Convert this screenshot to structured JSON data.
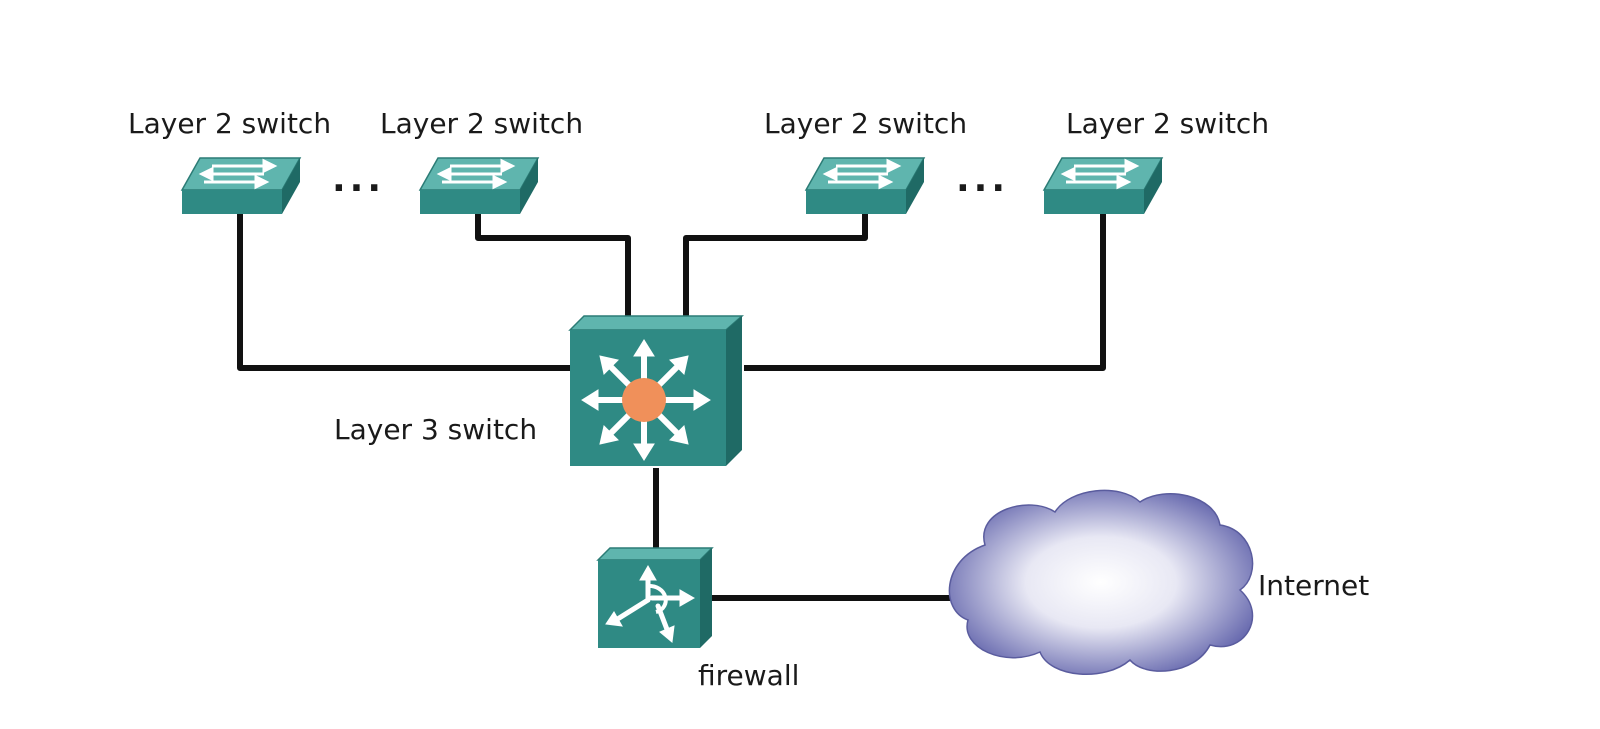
{
  "diagram": {
    "layer2_switches": [
      {
        "label": "Layer 2 switch"
      },
      {
        "label": "Layer 2 switch"
      },
      {
        "label": "Layer 2 switch"
      },
      {
        "label": "Layer 2 switch"
      }
    ],
    "ellipsis": [
      "...",
      "..."
    ],
    "layer3_switch": {
      "label": "Layer 3 switch"
    },
    "firewall": {
      "label": "firewall"
    },
    "internet": {
      "label": "Internet"
    },
    "colors": {
      "device_front": "#2f8a84",
      "device_top": "#5fb5ae",
      "device_side": "#1f6a65",
      "core_dot": "#f0905a",
      "link": "#111111",
      "cloud_edge": "#6a6cb0",
      "cloud_center": "#ffffff"
    },
    "icons": {
      "layer2": "layer2-switch-icon",
      "layer3": "layer3-switch-icon",
      "firewall": "firewall-icon",
      "internet": "cloud-icon"
    }
  }
}
